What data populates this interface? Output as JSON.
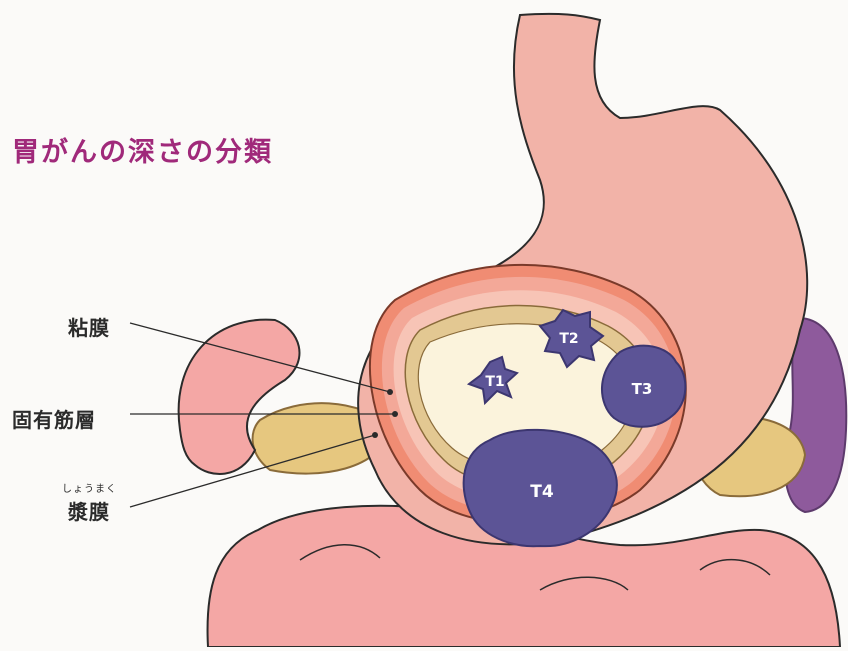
{
  "title": "胃がんの深さの分類",
  "layers": {
    "mucosa": "粘膜",
    "muscularis": "固有筋層",
    "serosa": "漿膜",
    "serosa_reading": "しょうまく"
  },
  "tumors": [
    "T1",
    "T2",
    "T3",
    "T4"
  ],
  "colors": {
    "title": "#a0297a",
    "tumor": "#5c5496",
    "tumor_dark": "#3c3670",
    "stomach": "#f2b3a8",
    "intestine": "#f4a7a5",
    "fat": "#e6c77f",
    "spleen": "#8e5a9c"
  }
}
